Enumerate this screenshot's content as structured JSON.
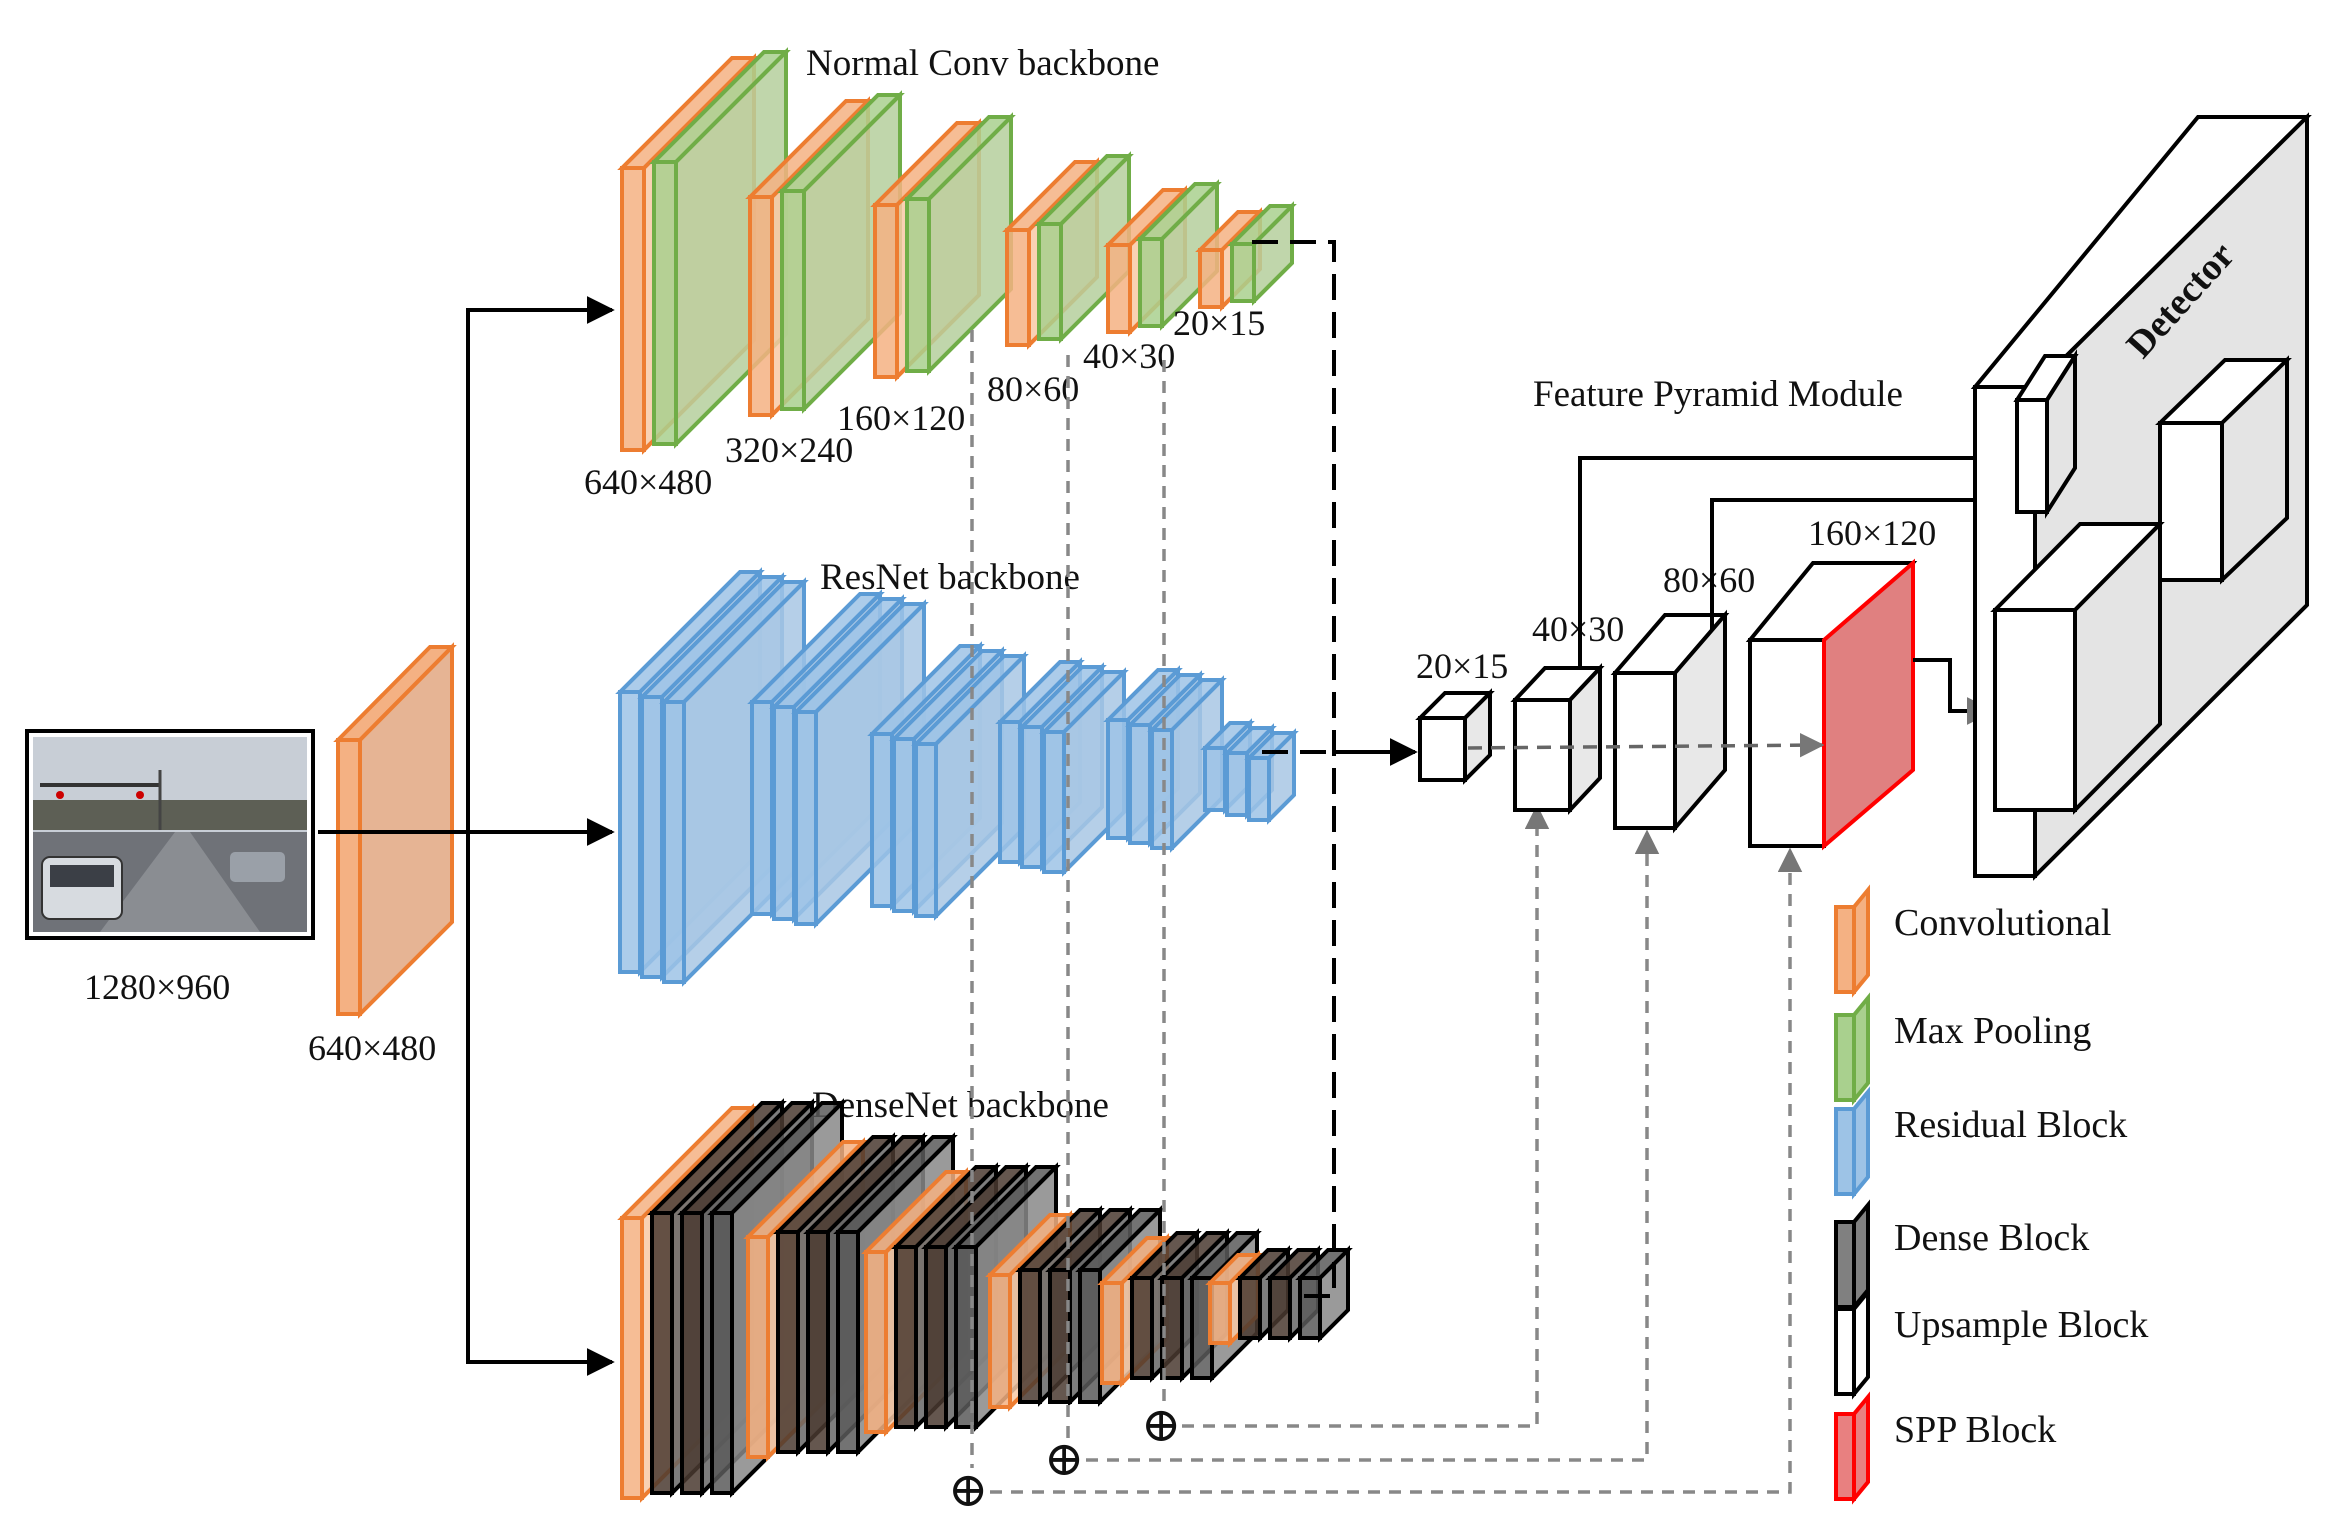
{
  "titles": {
    "normal": "Normal Conv backbone",
    "resnet": "ResNet backbone",
    "densenet": "DenseNet backbone",
    "fpm": "Feature Pyramid Module",
    "detector": "Detector"
  },
  "sizes": {
    "input": "1280×960",
    "first_conv": "640×480",
    "n640": "640×480",
    "n320": "320×240",
    "n160": "160×120",
    "n80": "80×60",
    "n40": "40×30",
    "n20": "20×15",
    "f20": "20×15",
    "f40": "40×30",
    "f80": "80×60",
    "f160": "160×120"
  },
  "legend": [
    {
      "label": "Convolutional",
      "color": "#f4b183",
      "stroke": "#ed7d31"
    },
    {
      "label": "Max Pooling",
      "color": "#a9d08e",
      "stroke": "#70ad47"
    },
    {
      "label": "Residual Block",
      "color": "#9dc3e6",
      "stroke": "#5b9bd5"
    },
    {
      "label": "Dense Block",
      "color": "#808080",
      "stroke": "#000000"
    },
    {
      "label": "Upsample Block",
      "color": "#ffffff",
      "stroke": "#000000"
    },
    {
      "label": "SPP Block",
      "color": "#e88080",
      "stroke": "#ff0000"
    }
  ],
  "symbols": {
    "sum": "⊕"
  },
  "colors": {
    "conv_fill": "#f4b183",
    "conv_stroke": "#ed7d31",
    "pool_fill": "#a9d08e",
    "pool_stroke": "#70ad47",
    "res_fill": "#9dc3e6",
    "res_stroke": "#5b9bd5",
    "dense_fill": "#5a5a5a",
    "dense_stroke": "#000000",
    "spp_fill": "#e88080",
    "spp_stroke": "#ff0000"
  }
}
